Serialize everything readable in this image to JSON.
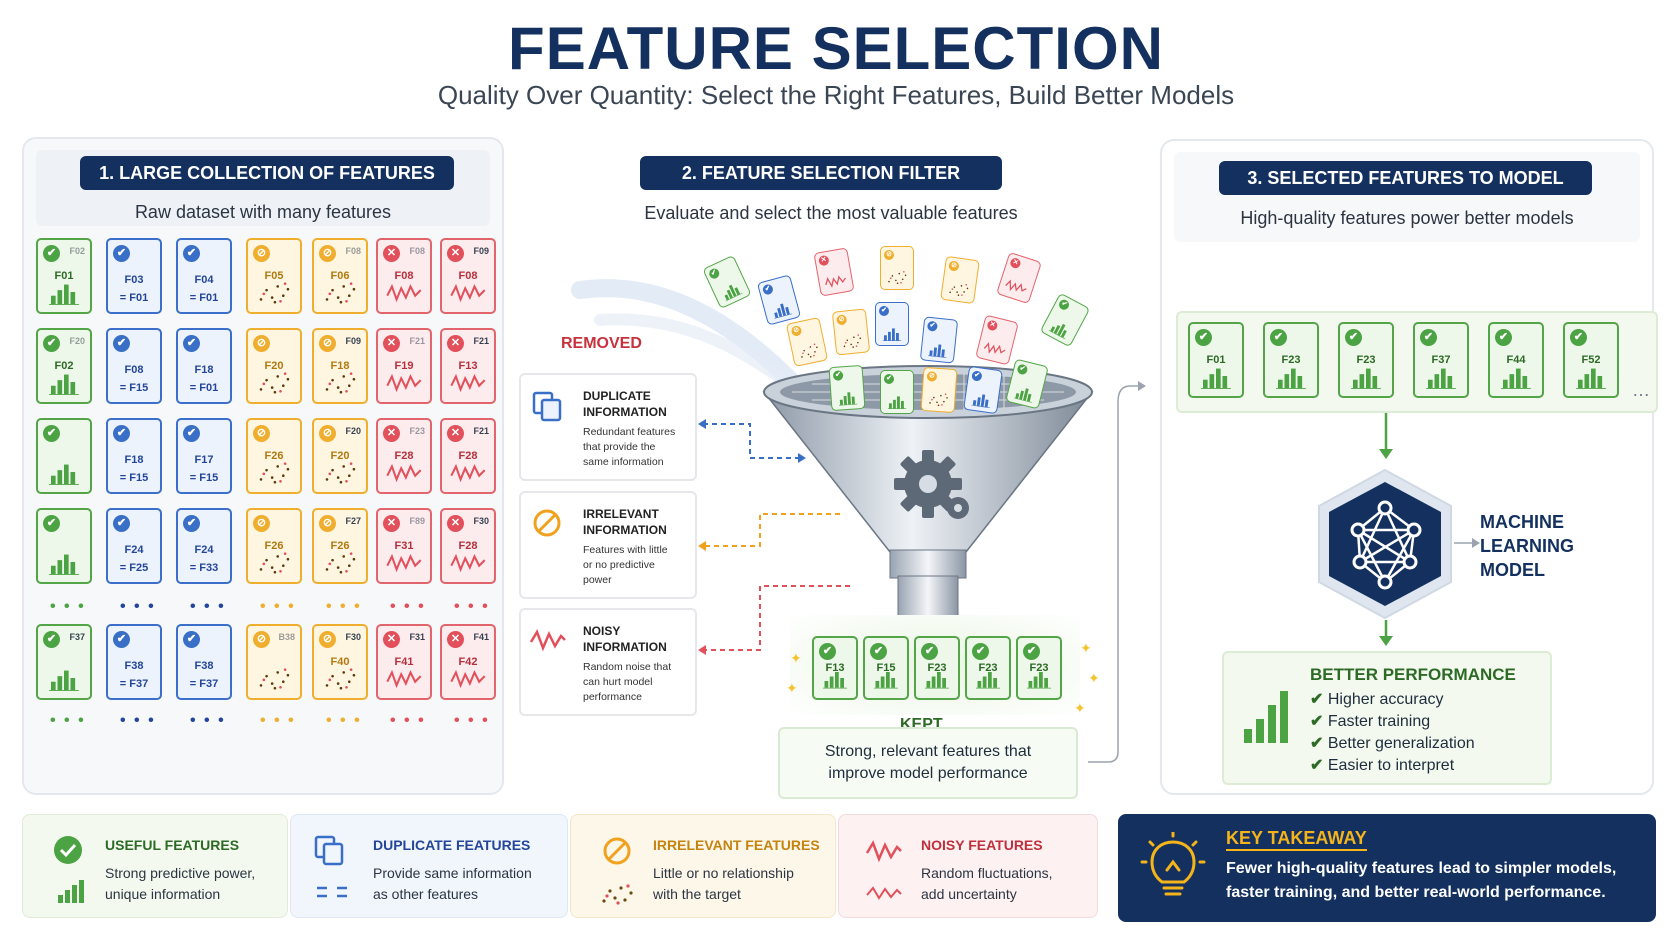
{
  "header": {
    "title": "FEATURE SELECTION",
    "subtitle": "Quality Over Quantity: Select the Right Features, Build Better Models"
  },
  "panel1": {
    "header": "1. LARGE COLLECTION OF FEATURES",
    "subtitle": "Raw dataset with many features",
    "rows": [
      [
        {
          "t": "g",
          "l": "F01",
          "gh": "F02"
        },
        {
          "t": "b",
          "l": "F03",
          "l2": "= F01"
        },
        {
          "t": "b",
          "l": "F04",
          "l2": "= F01"
        },
        {
          "t": "o",
          "l": "F05",
          "top": true
        },
        {
          "t": "o",
          "l": "F06",
          "gh": "F08"
        },
        {
          "t": "r",
          "l": "F08",
          "gh": "F08"
        },
        {
          "t": "r",
          "l": "F08",
          "top": true,
          "tl": "F09"
        }
      ],
      [
        {
          "t": "g",
          "l": "F02",
          "gh": "F20"
        },
        {
          "t": "b",
          "l": "F08",
          "l2": "= F15"
        },
        {
          "t": "b",
          "l": "F18",
          "l2": "= F01"
        },
        {
          "t": "o",
          "l": "F20",
          "gh": ""
        },
        {
          "t": "o",
          "l": "F18",
          "top": true,
          "tl": "F09"
        },
        {
          "t": "r",
          "l": "F19",
          "gh": "F21"
        },
        {
          "t": "r",
          "l": "F13",
          "top": true,
          "tl": "F21"
        }
      ],
      [
        {
          "t": "g",
          "l": ""
        },
        {
          "t": "b",
          "l": "F18",
          "l2": "= F15"
        },
        {
          "t": "b",
          "l": "F17",
          "l2": "= F15"
        },
        {
          "t": "o",
          "l": "F26",
          "gh": ""
        },
        {
          "t": "o",
          "l": "F20",
          "top": true,
          "tl": "F20"
        },
        {
          "t": "r",
          "l": "F28",
          "gh": "F23"
        },
        {
          "t": "r",
          "l": "F28",
          "top": true,
          "tl": "F21"
        }
      ],
      [
        {
          "t": "g",
          "l": ""
        },
        {
          "t": "b",
          "l": "F24",
          "l2": "= F25"
        },
        {
          "t": "b",
          "l": "F24",
          "l2": "= F33"
        },
        {
          "t": "o",
          "l": "F26",
          "gh": ""
        },
        {
          "t": "o",
          "l": "F26",
          "top": true,
          "tl": "F27"
        },
        {
          "t": "r",
          "l": "F31",
          "gh": "F89"
        },
        {
          "t": "r",
          "l": "F28",
          "top": true,
          "tl": "F30"
        }
      ],
      [
        {
          "t": "g",
          "l": "",
          "tl": "F37"
        },
        {
          "t": "b",
          "l": "F38",
          "l2": "= F37"
        },
        {
          "t": "b",
          "l": "F38",
          "l2": "= F37"
        },
        {
          "t": "o",
          "l": "",
          "gh": "B38"
        },
        {
          "t": "o",
          "l": "F40",
          "top": true,
          "tl": "F30"
        },
        {
          "t": "r",
          "l": "F41",
          "top": true,
          "tl": "F31"
        },
        {
          "t": "r",
          "l": "F42",
          "top": true,
          "tl": "F41"
        }
      ]
    ],
    "ellipsis": "• • •"
  },
  "panel2": {
    "header": "2. FEATURE SELECTION FILTER",
    "subtitle": "Evaluate and select the most valuable features",
    "removed_label": "REMOVED",
    "removed": [
      {
        "title1": "DUPLICATE",
        "title2": "INFORMATION",
        "desc": [
          "Redundant features",
          "that provide the",
          "same information"
        ],
        "icon": "duplicate-icon"
      },
      {
        "title1": "IRRELEVANT",
        "title2": "INFORMATION",
        "desc": [
          "Features with little",
          "or no predictive",
          "power"
        ],
        "icon": "ban-icon"
      },
      {
        "title1": "NOISY",
        "title2": "INFORMATION",
        "desc": [
          "Random noise that",
          "can hurt model",
          "performance"
        ],
        "icon": "noise-wave-icon"
      }
    ],
    "kept_label": "KEPT",
    "kept_desc_1": "Strong, relevant features that",
    "kept_desc_2": "improve model performance",
    "kept_cards": [
      "F13",
      "F15",
      "F23",
      "F23",
      "F23"
    ]
  },
  "panel3": {
    "header": "3. SELECTED FEATURES TO MODEL",
    "subtitle": "High-quality features power better models",
    "features": [
      "F01",
      "F23",
      "F23",
      "F37",
      "F44",
      "F52"
    ],
    "ellipsis": "…",
    "model_line1": "MACHINE",
    "model_line2": "LEARNING",
    "model_line3": "MODEL",
    "perf_title": "BETTER PERFORMANCE",
    "perf_items": [
      "Higher accuracy",
      "Faster training",
      "Better generalization",
      "Easier to interpret"
    ]
  },
  "legend": [
    {
      "title": "USEFUL FEATURES",
      "d1": "Strong predictive power,",
      "d2": "unique information",
      "color": "#2c6a25"
    },
    {
      "title": "DUPLICATE FEATURES",
      "d1": "Provide same information",
      "d2": "as other features",
      "color": "#24469a"
    },
    {
      "title": "IRRELEVANT FEATURES",
      "d1": "Little or no relationship",
      "d2": "with the target",
      "color": "#c5830f"
    },
    {
      "title": "NOISY FEATURES",
      "d1": "Random fluctuations,",
      "d2": "add uncertainty",
      "color": "#c0303c"
    }
  ],
  "takeaway": {
    "title": "KEY TAKEAWAY",
    "line1": "Fewer high-quality features lead to simpler models,",
    "line2": "faster training, and better real-world performance."
  }
}
